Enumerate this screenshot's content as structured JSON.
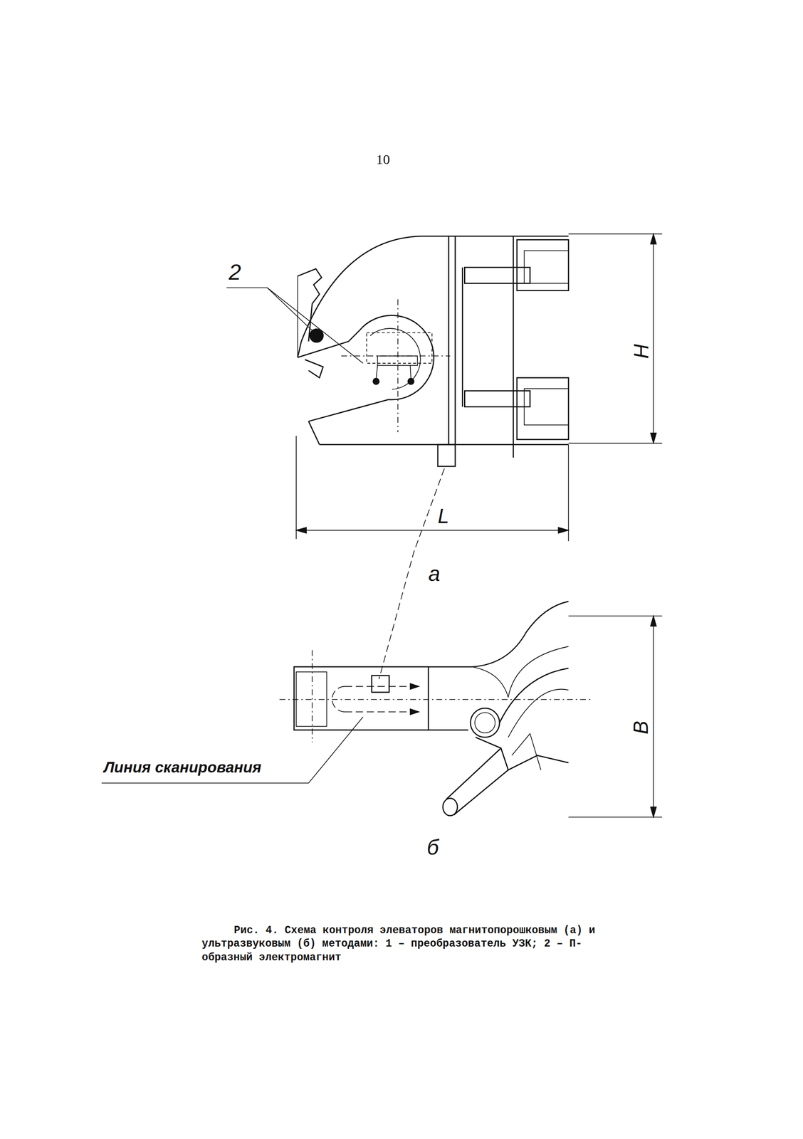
{
  "diagram": {
    "caption": "Рис. 4. Схема контроля элеваторов магнитопорошковым (а) и ультразвуковым (б) методами: 1 – преобразователь УЗК; 2 – П-образный электромагнит",
    "labels": [
      "10",
      "2",
      "H",
      "L",
      "а",
      "В",
      "Линия сканирования",
      "б"
    ]
  }
}
